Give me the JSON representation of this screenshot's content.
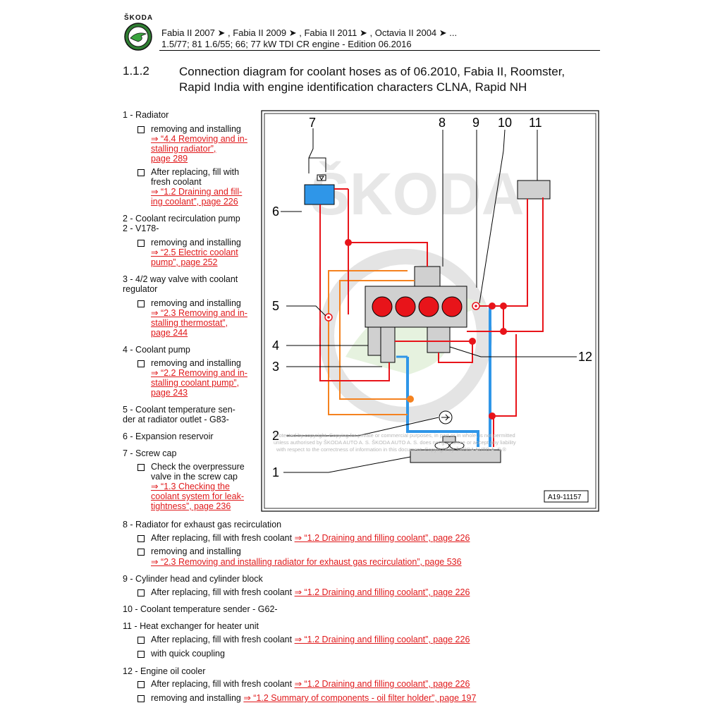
{
  "header": {
    "brand": "ŠKODA",
    "models": "Fabia II 2007 ➤ , Fabia II 2009 ➤ , Fabia II 2011 ➤ , Octavia II 2004 ➤ ...",
    "engine": "1.5/77; 81 1.6/55; 66; 77 kW TDI CR engine - Edition 06.2016"
  },
  "section": {
    "number": "1.1.2",
    "title_line1": "Connection diagram for coolant hoses as of 06.2010, Fabia II, Roomster,",
    "title_line2": "Rapid India with engine identification characters CLNA, Rapid NH"
  },
  "left": {
    "i1": "1 - Radiator",
    "i1a": "removing and installing",
    "i1a_l1": "⇒ “4.4 Removing and in-",
    "i1a_l2": "stalling radiator”,",
    "i1a_l3": "page 289",
    "i1b1": "After replacing, fill with",
    "i1b2": "fresh coolant",
    "i1b_l1": "⇒ “1.2 Draining and fill-",
    "i1b_l2": "ing coolant”, page 226",
    "i2": "2 - Coolant recirculation pump",
    "i2b": "2 - V178-",
    "i2a": "removing and installing",
    "i2a_l1": "⇒ “2.5 Electric coolant",
    "i2a_l2": "pump”, page 252",
    "i3a": "3 - 4/2 way valve with coolant",
    "i3b": "regulator",
    "i3c": "removing and installing",
    "i3c_l1": "⇒ “2.3 Removing and in-",
    "i3c_l2": "stalling thermostat”,",
    "i3c_l3": "page 244",
    "i4": "4 - Coolant pump",
    "i4a": "removing and installing",
    "i4a_l1": "⇒ “2.2 Removing and in-",
    "i4a_l2": "stalling coolant pump”,",
    "i4a_l3": "page 243",
    "i5a": "5 - Coolant temperature sen-",
    "i5b": "der at radiator outlet - G83-",
    "i6": "6 - Expansion reservoir",
    "i7": "7 - Screw cap",
    "i7a1": "Check the overpressure",
    "i7a2": "valve in the screw cap",
    "i7a_l1": "⇒ “1.3 Checking the",
    "i7a_l2": "coolant system for leak-",
    "i7a_l3": "tightness”, page 236"
  },
  "bottom": {
    "i8": "8 - Radiator for exhaust gas recirculation",
    "i8a": "After replacing, fill with fresh coolant",
    "i8a_l": "⇒ “1.2 Draining and filling coolant”, page 226",
    "i8b": "removing and installing",
    "i8b_l": "⇒ “2.3 Removing and installing radiator for exhaust gas recirculation”, page 536",
    "i9": "9 - Cylinder head and cylinder block",
    "i9a": "After replacing, fill with fresh coolant",
    "i9a_l": "⇒ “1.2 Draining and filling coolant”, page 226",
    "i10": "10 - Coolant temperature sender - G62-",
    "i11": "11 - Heat exchanger for heater unit",
    "i11a": "After replacing, fill with fresh coolant",
    "i11a_l": "⇒ “1.2 Draining and filling coolant”, page 226",
    "i11b": "with quick coupling",
    "i12": "12 - Engine oil cooler",
    "i12a": "After replacing, fill with fresh coolant",
    "i12a_l": "⇒ “1.2 Draining and filling coolant”, page 226",
    "i12b": "removing and installing",
    "i12b_l": "⇒ “1.2 Summary of components - oil filter holder”, page 197"
  },
  "diagram": {
    "labels": [
      "1",
      "2",
      "3",
      "4",
      "5",
      "6",
      "7",
      "8",
      "9",
      "10",
      "11",
      "12"
    ],
    "watermark": "ŠKODA",
    "copyright1": "Protected by copyright. Copying for private or commercial purposes, in part or in whole, is not permitted",
    "copyright2": "unless authorised by ŠKODA AUTO A. S. ŠKODA AUTO A. S. does not guarantee or accept any liability",
    "copyright3": "with respect to the correctness of information in this document. Copyright by ŠKODA AUTO A. S.®",
    "figure_id": "A19-11157"
  },
  "colors": {
    "red": "#e8141a",
    "blue": "#2f96e8",
    "orange": "#f5821f",
    "link": "#e0191b"
  }
}
